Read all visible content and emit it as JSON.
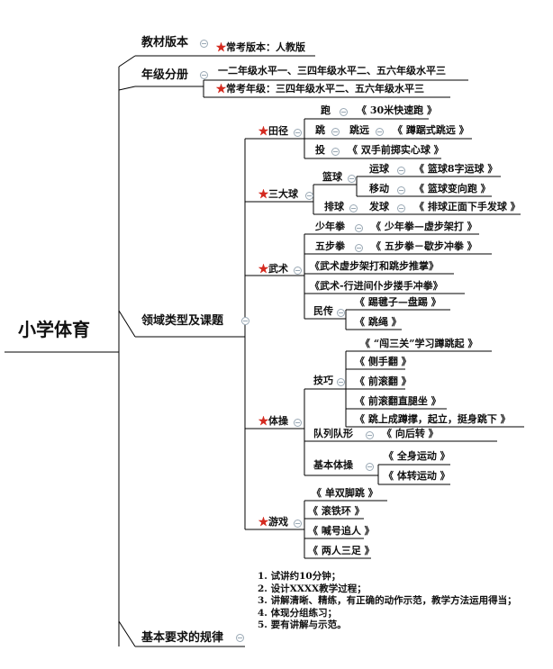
{
  "root": {
    "label": "小学体育"
  },
  "branches": {
    "edition": {
      "label": "教材版本",
      "items": [
        {
          "star": true,
          "label": "常考版本：人教版"
        }
      ]
    },
    "grades": {
      "label": "年级分册",
      "items": [
        {
          "star": false,
          "label": "一二年级水平一、三四年级水平二、五六年级水平三"
        },
        {
          "star": true,
          "label": "常考年级：三四年级水平二、五六年级水平三"
        }
      ]
    },
    "domains": {
      "label": "领域类型及课题",
      "athletics": {
        "label": "田径",
        "run": {
          "label": "跑",
          "topic": "《 30米快速跑 》"
        },
        "jump": {
          "label": "跳",
          "sub": "跳远",
          "topic": "《 蹲踞式跳远 》"
        },
        "throw": {
          "label": "投",
          "topic": "《 双手前掷实心球 》"
        }
      },
      "balls": {
        "label": "三大球",
        "basketball": {
          "label": "篮球",
          "dribble": {
            "label": "运球",
            "topic": "《 篮球8字运球 》"
          },
          "move": {
            "label": "移动",
            "topic": "《 篮球变向跑 》"
          }
        },
        "volleyball": {
          "label": "排球",
          "sub": "发球",
          "topic": "《 排球正面下手发球 》"
        }
      },
      "wushu": {
        "label": "武术",
        "shaonian": {
          "label": "少年拳",
          "topic": "《 少年拳—虚步架打 》"
        },
        "wubu": {
          "label": "五步拳",
          "topic": "《 五步拳－歇步冲拳 》"
        },
        "t1": "《武术虚步架打和跳步推掌》",
        "t2": "《武术-行进间仆步搂手冲拳》",
        "folk": {
          "label": "民传",
          "t1": "《 踢毽子—盘踢 》",
          "t2": "《 跳绳 》"
        }
      },
      "gym": {
        "label": "体操",
        "skill": {
          "label": "技巧",
          "topics": [
            "《 “闯三关”学习蹲跳起 》",
            "《 侧手翻 》",
            "《 前滚翻 》",
            "《 前滚翻直腿坐 》",
            "《 跳上成蹲撑，起立，挺身跳下 》"
          ]
        },
        "queue": {
          "label": "队列队形",
          "topic": "《 向后转 》"
        },
        "basic": {
          "label": "基本体操",
          "t1": "《 全身运动 》",
          "t2": "《 体转运动 》"
        }
      },
      "games": {
        "label": "游戏",
        "topics": [
          "《 单双脚跳 》",
          "《 滚铁环 》",
          "《 喊号追人 》",
          "《 两人三足 》"
        ]
      }
    },
    "rules": {
      "label": "基本要求的规律",
      "text": [
        "1. 试讲约10分钟；",
        "2. 设计XXXX教学过程；",
        "3. 讲解清晰、精练，有正确的动作示范，教学方法运用得当；",
        "4. 体现分组练习；",
        "5. 要有讲解与示范。"
      ]
    }
  },
  "icons": {
    "star": "red-star-icon",
    "collapse": "collapse-circle-icon"
  },
  "colors": {
    "line": "#000000",
    "star": "#d42a1f",
    "collapse": "#9aa9b5"
  }
}
